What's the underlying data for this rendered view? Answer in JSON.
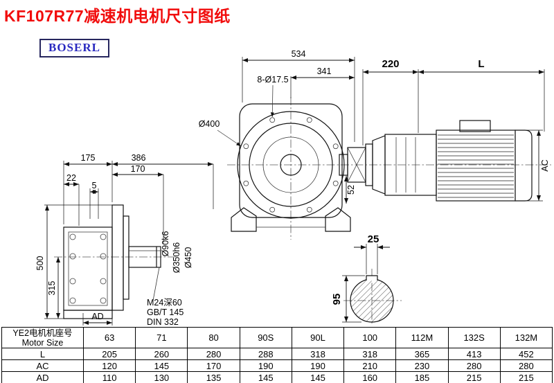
{
  "page": {
    "title": "KF107R77减速机电机尺寸图纸",
    "brand": "BOSERL"
  },
  "front_view": {
    "width_total": "534",
    "width_341": "341",
    "bolt_holes": "8-Ø17.5",
    "flange_dia": "Ø400",
    "dim_52": "52"
  },
  "motor_view": {
    "dim_220": "220",
    "dim_L": "L",
    "dim_AC": "AC"
  },
  "side_view": {
    "dim_175": "175",
    "dim_386": "386",
    "dim_170": "170",
    "dim_22": "22",
    "dim_5": "5",
    "dim_500": "500",
    "dim_315": "315",
    "dim_AD": "AD",
    "shaft_dia": "Ø90k6",
    "spigot_dia": "Ø350h6",
    "flange_dia": "Ø450",
    "note_tap": "M24深60",
    "note_std1": "GB/T 145",
    "note_std2": "DIN 332"
  },
  "shaft_section": {
    "key_width": "25",
    "height_95": "95"
  },
  "table": {
    "header_cn": "YE2电机机座号",
    "header_en": "Motor Size",
    "sizes": [
      "63",
      "71",
      "80",
      "90S",
      "90L",
      "100",
      "112M",
      "132S",
      "132M"
    ],
    "rows": [
      {
        "label": "L",
        "values": [
          "205",
          "260",
          "280",
          "288",
          "318",
          "318",
          "365",
          "413",
          "452"
        ]
      },
      {
        "label": "AC",
        "values": [
          "120",
          "145",
          "170",
          "190",
          "190",
          "210",
          "230",
          "280",
          "280"
        ]
      },
      {
        "label": "AD",
        "values": [
          "110",
          "130",
          "135",
          "145",
          "145",
          "160",
          "185",
          "215",
          "215"
        ]
      }
    ]
  }
}
